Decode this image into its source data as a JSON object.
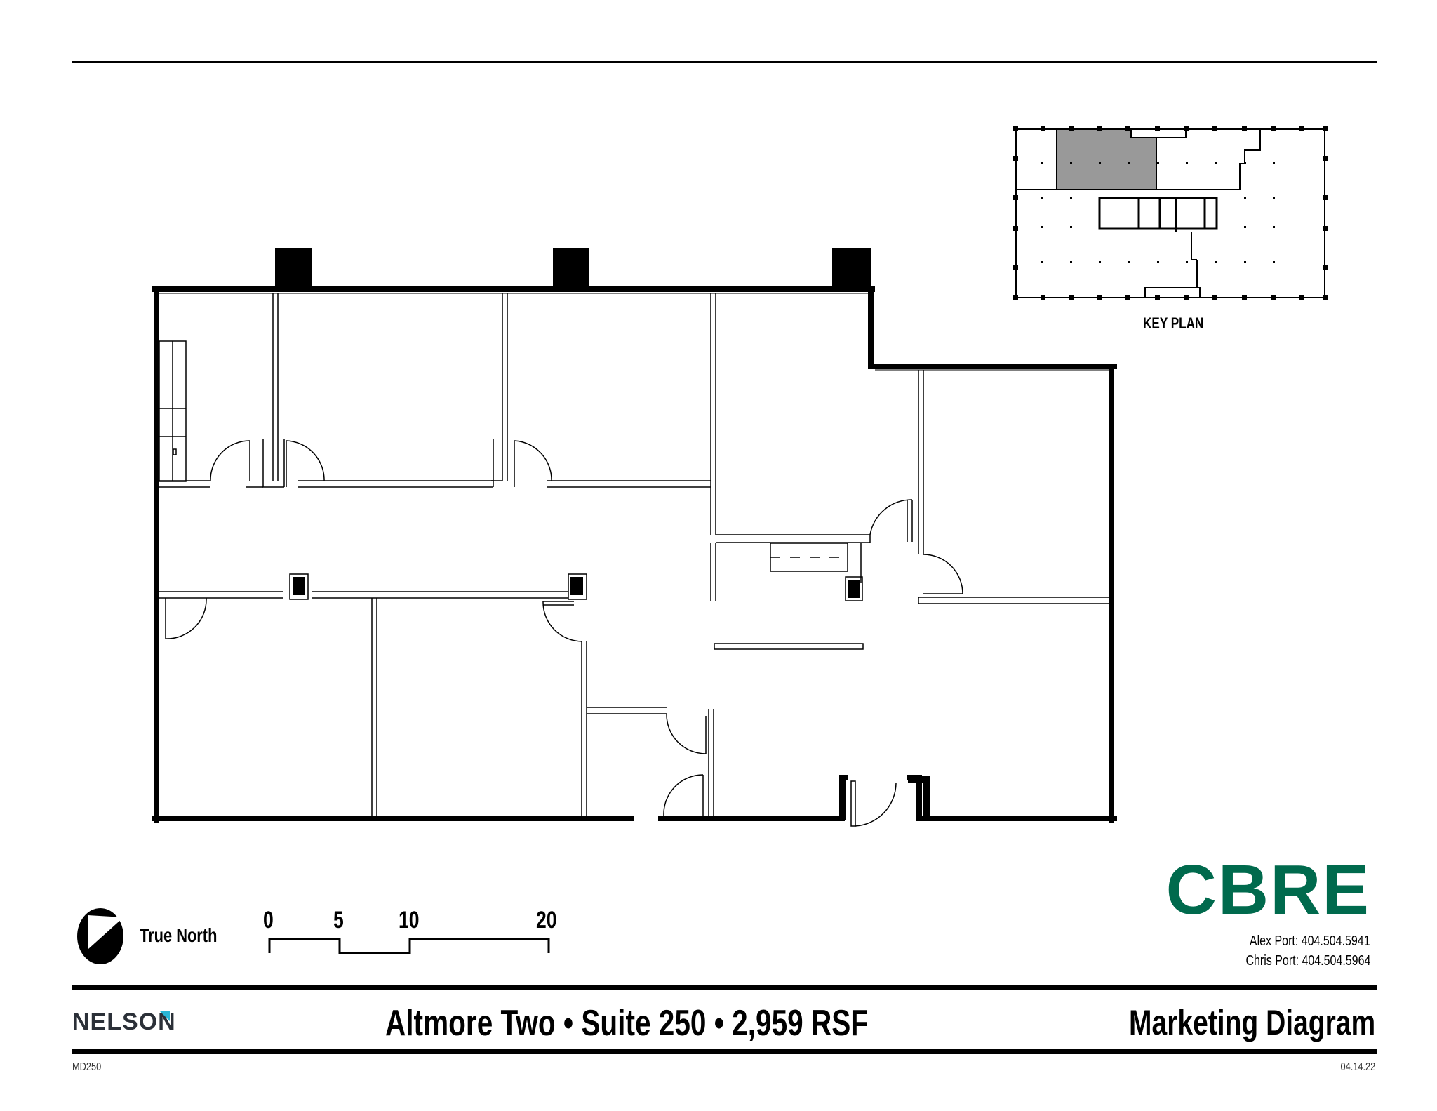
{
  "document": {
    "type": "floor plan marketing diagram"
  },
  "key_plan": {
    "label": "KEY PLAN",
    "highlight_color": "#999999"
  },
  "north_arrow": {
    "label": "True North"
  },
  "scale_bar": {
    "ticks": [
      "0",
      "5",
      "10",
      "20"
    ]
  },
  "brand": {
    "logo_text": "CBRE",
    "logo_color": "#006A4D",
    "contacts": [
      {
        "text": "Alex Port: 404.504.5941"
      },
      {
        "text": "Chris Port: 404.504.5964"
      }
    ]
  },
  "title_block": {
    "architect_logo": "NELSON",
    "architect_accent_color": "#29B6D5",
    "main_title": "Altmore Two • Suite 250 • 2,959 RSF",
    "building": "Altmore Two",
    "suite": "Suite 250",
    "area": "2,959 RSF",
    "diagram_type": "Marketing Diagram",
    "drawing_number": "MD250",
    "date": "04.14.22"
  }
}
